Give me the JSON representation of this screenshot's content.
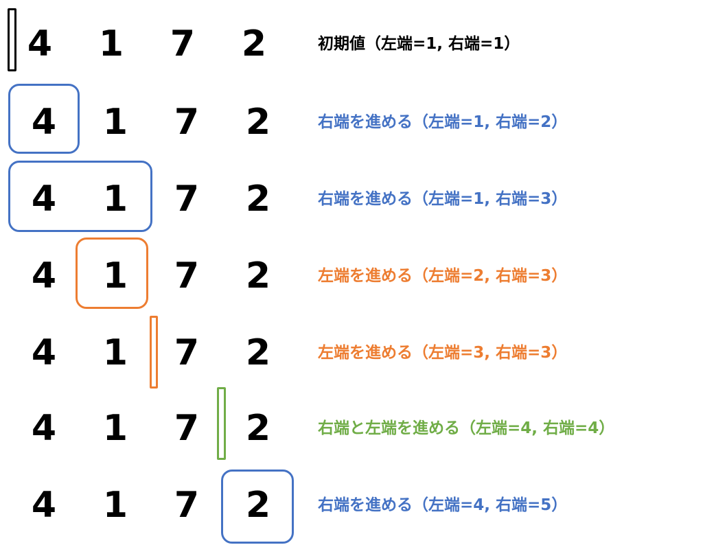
{
  "colors": {
    "initial": "#000000",
    "right_advance": "#4472c4",
    "left_advance": "#ed7d31",
    "both_advance": "#70ad47"
  },
  "steps": [
    {
      "numbers": [
        "4",
        "1",
        "7",
        "2"
      ],
      "caption": "初期値（左端=1, 右端=1）",
      "marker": "bar",
      "color_key": "initial"
    },
    {
      "numbers": [
        "4",
        "1",
        "7",
        "2"
      ],
      "caption": "右端を進める（左端=1, 右端=2）",
      "marker": "box",
      "color_key": "right_advance"
    },
    {
      "numbers": [
        "4",
        "1",
        "7",
        "2"
      ],
      "caption": "右端を進める（左端=1, 右端=3）",
      "marker": "box",
      "color_key": "right_advance"
    },
    {
      "numbers": [
        "4",
        "1",
        "7",
        "2"
      ],
      "caption": "左端を進める（左端=2, 右端=3）",
      "marker": "box",
      "color_key": "left_advance"
    },
    {
      "numbers": [
        "4",
        "1",
        "7",
        "2"
      ],
      "caption": "左端を進める（左端=3, 右端=3）",
      "marker": "bar",
      "color_key": "left_advance"
    },
    {
      "numbers": [
        "4",
        "1",
        "7",
        "2"
      ],
      "caption": "右端と左端を進める（左端=4, 右端=4）",
      "marker": "bar",
      "color_key": "both_advance"
    },
    {
      "numbers": [
        "4",
        "1",
        "7",
        "2"
      ],
      "caption": "右端を進める（左端=4, 右端=5）",
      "marker": "box",
      "color_key": "right_advance"
    }
  ]
}
